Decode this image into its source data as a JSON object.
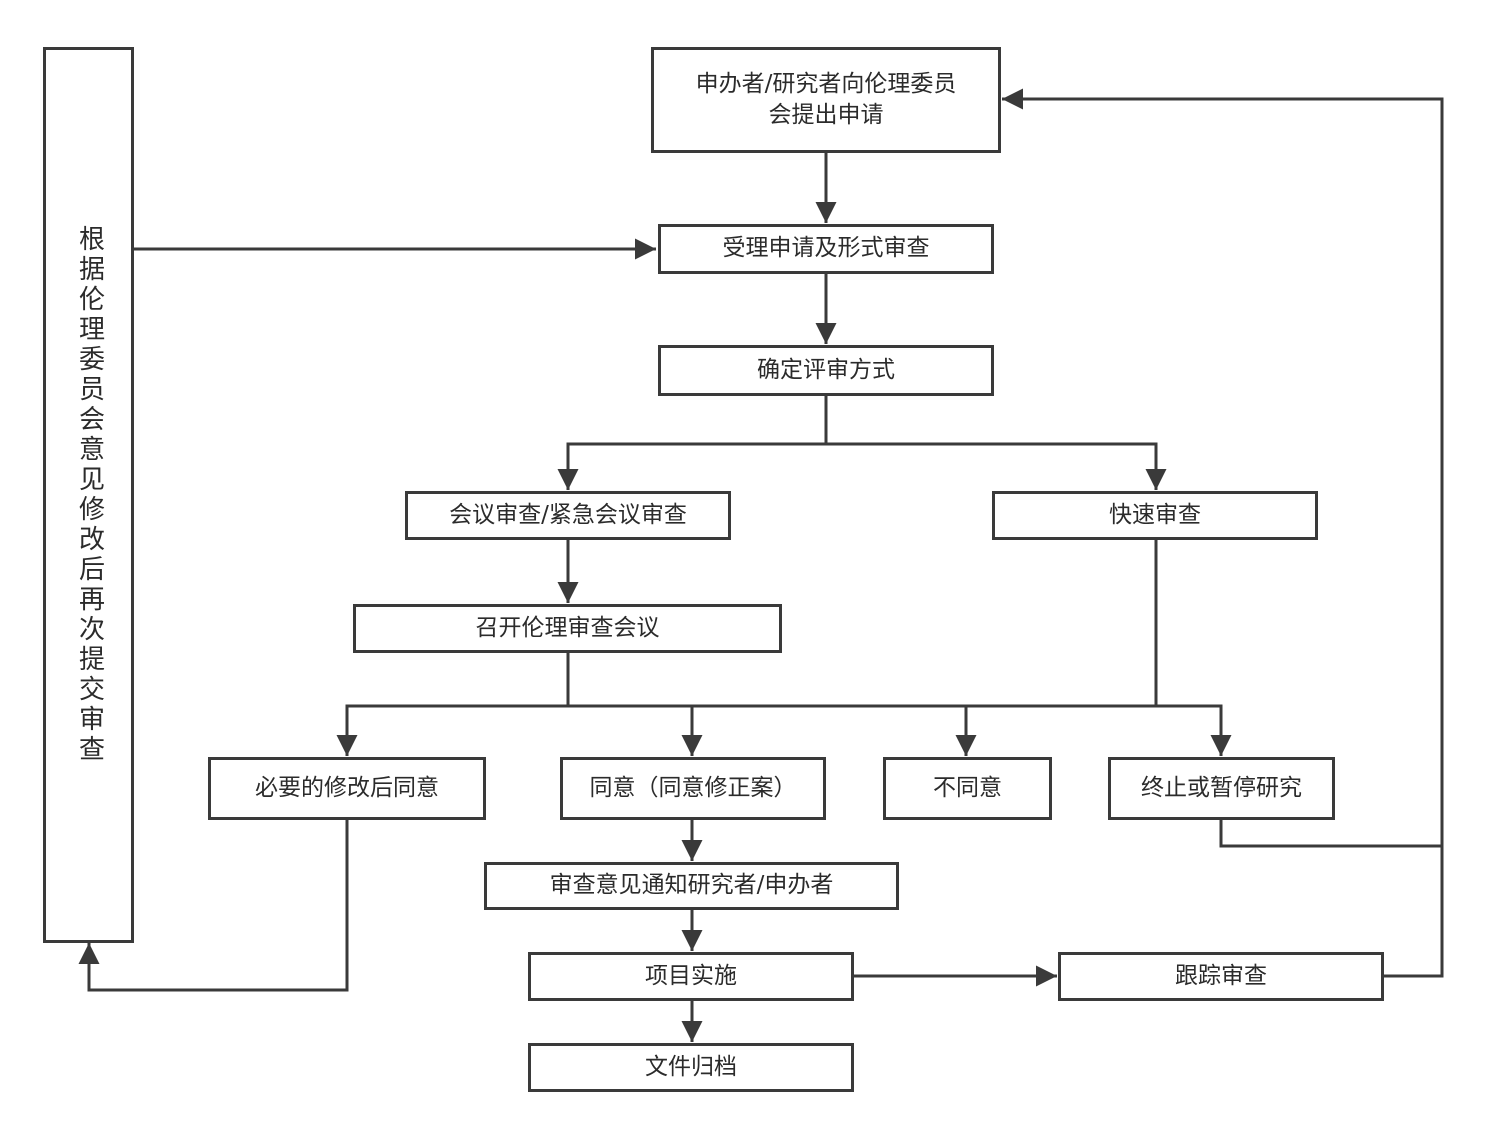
{
  "diagram": {
    "nodes": {
      "apply": "申办者/研究者向伦理委员\n会提出申请",
      "accept": "受理申请及形式审查",
      "determine": "确定评审方式",
      "meeting_review": "会议审查/紧急会议审查",
      "fast_review": "快速审查",
      "hold_meeting": "召开伦理审查会议",
      "revise_approve": "必要的修改后同意",
      "approve": "同意（同意修正案）",
      "disapprove": "不同意",
      "terminate": "终止或暂停研究",
      "notify": "审查意见通知研究者/申办者",
      "implement": "项目实施",
      "track": "跟踪审查",
      "archive": "文件归档",
      "resubmit": "根据伦理委员会意见修改后再次提交审查"
    },
    "colors": {
      "stroke": "#3a3a3a",
      "text": "#2b2b2b",
      "background": "#ffffff"
    }
  }
}
